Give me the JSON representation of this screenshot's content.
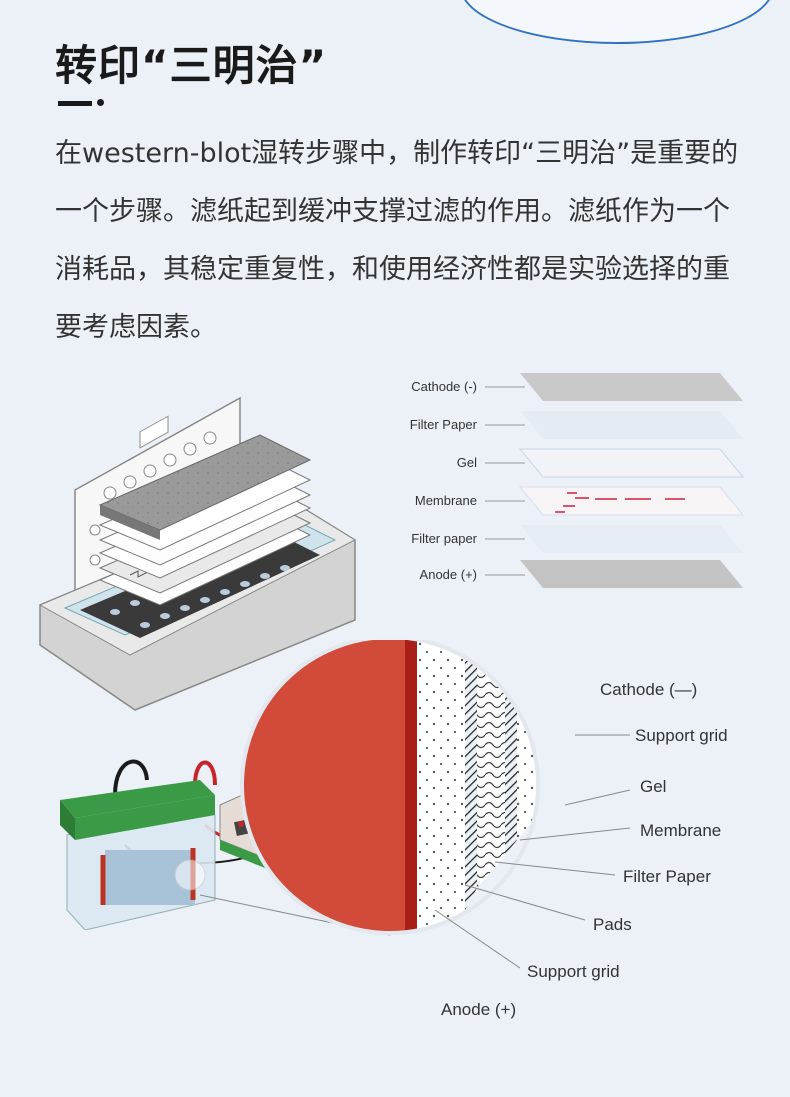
{
  "header": {
    "title": "转印“三明治”",
    "paragraph": "在western-blot湿转步骤中，制作转印“三明治”是重要的一个步骤。滤纸起到缓冲支撑过滤的作用。滤纸作为一个消耗品，其稳定重复性，和使用经济性都是实验选择的重要考虑因素。"
  },
  "stack_diagram": {
    "labels": [
      "Cathode (-)",
      "Filter Paper",
      "Gel",
      "Membrane",
      "Filter paper",
      "Anode (+)"
    ]
  },
  "cross_section": {
    "top_label": "Cathode (—)",
    "callouts": [
      "Support grid",
      "Gel",
      "Membrane",
      "Filter Paper",
      "Pads",
      "Support grid"
    ],
    "bottom_label": "Anode (+)"
  }
}
